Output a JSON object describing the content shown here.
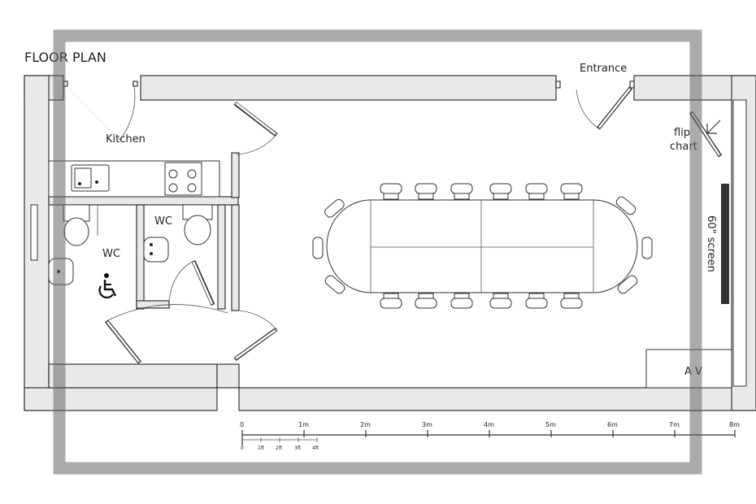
{
  "title": "FLOOR PLAN",
  "labels": {
    "entrance": "Entrance",
    "kitchen": "Kitchen",
    "wc_accessible": "WC",
    "wc_small": "WC",
    "flip_line1": "flip",
    "flip_line2": "chart",
    "screen": "60\" screen",
    "av": "A V"
  },
  "scale": {
    "meters": [
      "0",
      "1m",
      "2m",
      "3m",
      "4m",
      "5m",
      "6m",
      "7m",
      "8m"
    ],
    "feet": [
      "0",
      "1ft",
      "2ft",
      "3ft",
      "4ft"
    ]
  },
  "icons": {
    "accessibility": "wheelchair-icon",
    "flipchart": "flip-chart-icon"
  }
}
